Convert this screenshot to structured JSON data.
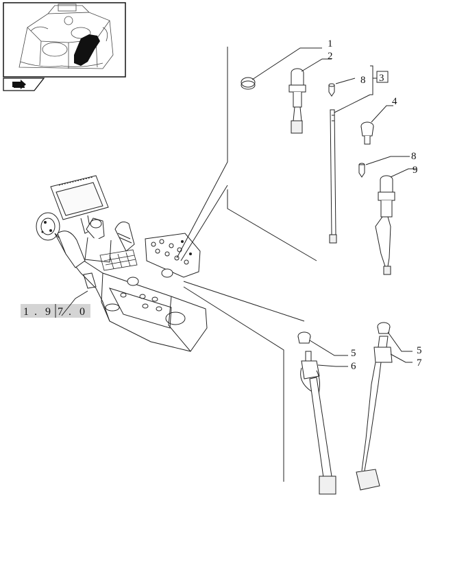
{
  "inset": {
    "icon": "tractor-location-thumbnail"
  },
  "nav": {
    "icon": "next-page-arrow-icon"
  },
  "reference": {
    "digits": [
      "1",
      ".",
      "9",
      "7",
      ".",
      "0"
    ]
  },
  "callouts": [
    {
      "id": "c1",
      "label": "1"
    },
    {
      "id": "c2",
      "label": "2"
    },
    {
      "id": "c8a",
      "label": "8"
    },
    {
      "id": "c3",
      "label": "3"
    },
    {
      "id": "c4",
      "label": "4"
    },
    {
      "id": "c8b",
      "label": "8"
    },
    {
      "id": "c9",
      "label": "9"
    },
    {
      "id": "c5a",
      "label": "5"
    },
    {
      "id": "c6",
      "label": "6"
    },
    {
      "id": "c5b",
      "label": "5"
    },
    {
      "id": "c7",
      "label": "7"
    }
  ]
}
